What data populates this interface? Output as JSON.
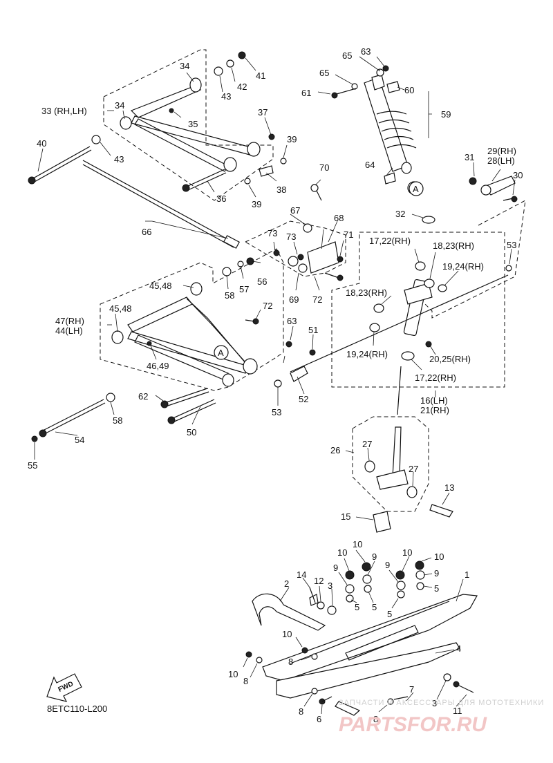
{
  "diagram_code": "8ETC110-L200",
  "fwd_label": "FWD",
  "ref_marker": "A",
  "watermark": {
    "line1": "ЗАПЧАСТИ И АКСЕССУАРЫ ДЛЯ МОТОТЕХНИКИ",
    "logo": "PARTSFOR.RU"
  },
  "labels": {
    "l1": "1",
    "l2": "2",
    "l3": "3",
    "l4": "4",
    "l5a": "5",
    "l5b": "5",
    "l5c": "5",
    "l5d": "5",
    "l6": "6",
    "l7": "7",
    "l8a": "8",
    "l8b": "8",
    "l8c": "8",
    "l8d": "8",
    "l9a": "9",
    "l9b": "9",
    "l9c": "9",
    "l9d": "9",
    "l10a": "10",
    "l10b": "10",
    "l10c": "10",
    "l10d": "10",
    "l10e": "10",
    "l10f": "10",
    "l11": "11",
    "l12": "12",
    "l13": "13",
    "l14": "14",
    "l15": "15",
    "l16": "16(LH)",
    "l21": "21(RH)",
    "l17a": "17,22(RH)",
    "l17b": "17,22(RH)",
    "l18a": "18,23(RH)",
    "l18b": "18,23(RH)",
    "l19a": "19,24(RH)",
    "l19b": "19,24(RH)",
    "l20": "20,25(RH)",
    "l26": "26",
    "l27a": "27",
    "l27b": "27",
    "l29": "29(RH)",
    "l28": "28(LH)",
    "l30": "30",
    "l31": "31",
    "l32": "32",
    "l33": "33 (RH,LH)",
    "l34a": "34",
    "l34b": "34",
    "l35": "35",
    "l36": "36",
    "l37": "37",
    "l38": "38",
    "l39a": "39",
    "l39b": "39",
    "l40": "40",
    "l41": "41",
    "l42": "42",
    "l43a": "43",
    "l43b": "43",
    "l45a": "45,48",
    "l45b": "45,48",
    "l46": "46,49",
    "l47": "47(RH)",
    "l44": "44(LH)",
    "l50": "50",
    "l51": "51",
    "l52": "52",
    "l53a": "53",
    "l53b": "53",
    "l54": "54",
    "l55": "55",
    "l56": "56",
    "l57": "57",
    "l58a": "58",
    "l58b": "58",
    "l59": "59",
    "l60": "60",
    "l61": "61",
    "l62": "62",
    "l63a": "63",
    "l63b": "63",
    "l64": "64",
    "l65a": "65",
    "l65b": "65",
    "l66": "66",
    "l67": "67",
    "l68": "68",
    "l69": "69",
    "l70": "70",
    "l71": "71",
    "l72a": "72",
    "l72b": "72",
    "l73a": "73",
    "l73b": "73"
  }
}
